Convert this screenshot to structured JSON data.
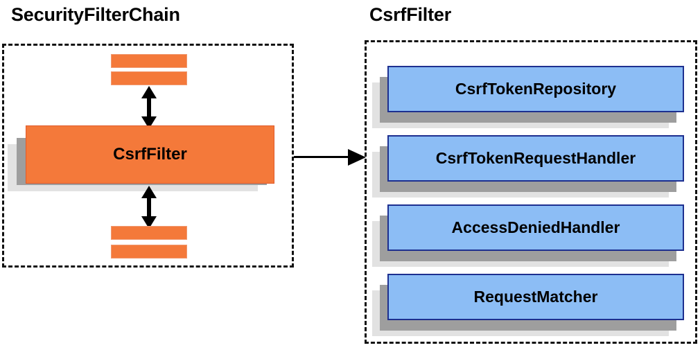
{
  "diagram": {
    "title_left": "SecurityFilterChain",
    "title_right": "CsrfFilter",
    "left_panel": {
      "main_node_label": "CsrfFilter",
      "stubs_top": [
        "filter-stub-top-1",
        "filter-stub-top-2"
      ],
      "stubs_bottom": [
        "filter-stub-bottom-1",
        "filter-stub-bottom-2"
      ]
    },
    "right_panel": {
      "nodes": [
        {
          "label": "CsrfTokenRepository"
        },
        {
          "label": "CsrfTokenRequestHandler"
        },
        {
          "label": "AccessDeniedHandler"
        },
        {
          "label": "RequestMatcher"
        }
      ]
    },
    "connectors": {
      "top_bidirectional": "double-headed-arrow",
      "bottom_bidirectional": "double-headed-arrow",
      "cross_panel": "right-arrow"
    },
    "colors": {
      "orange_fill": "#f4793a",
      "orange_border": "#e05a2a",
      "blue_fill": "#8cbdf5",
      "blue_border": "#1d2f8f",
      "shadow_mid": "#9e9e9e",
      "shadow_back": "#e2e2e2",
      "outline": "#111111",
      "text": "#000000",
      "background": "#ffffff"
    }
  }
}
